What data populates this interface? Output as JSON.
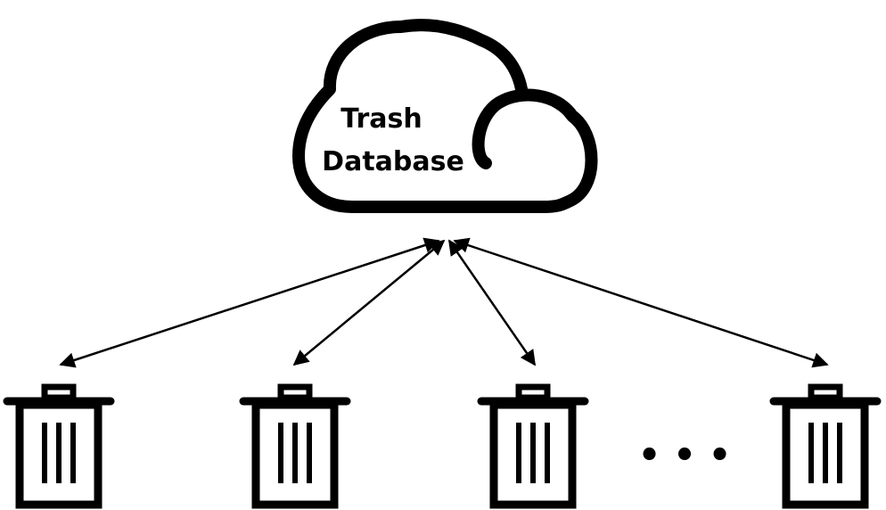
{
  "cloud": {
    "line1": "Trash",
    "line2": "Database",
    "icon": "cloud-icon"
  },
  "bins": {
    "icon": "trash-bin-icon",
    "count": 4
  },
  "ellipsis": "• • •",
  "colors": {
    "stroke": "#000000",
    "background": "#ffffff"
  }
}
